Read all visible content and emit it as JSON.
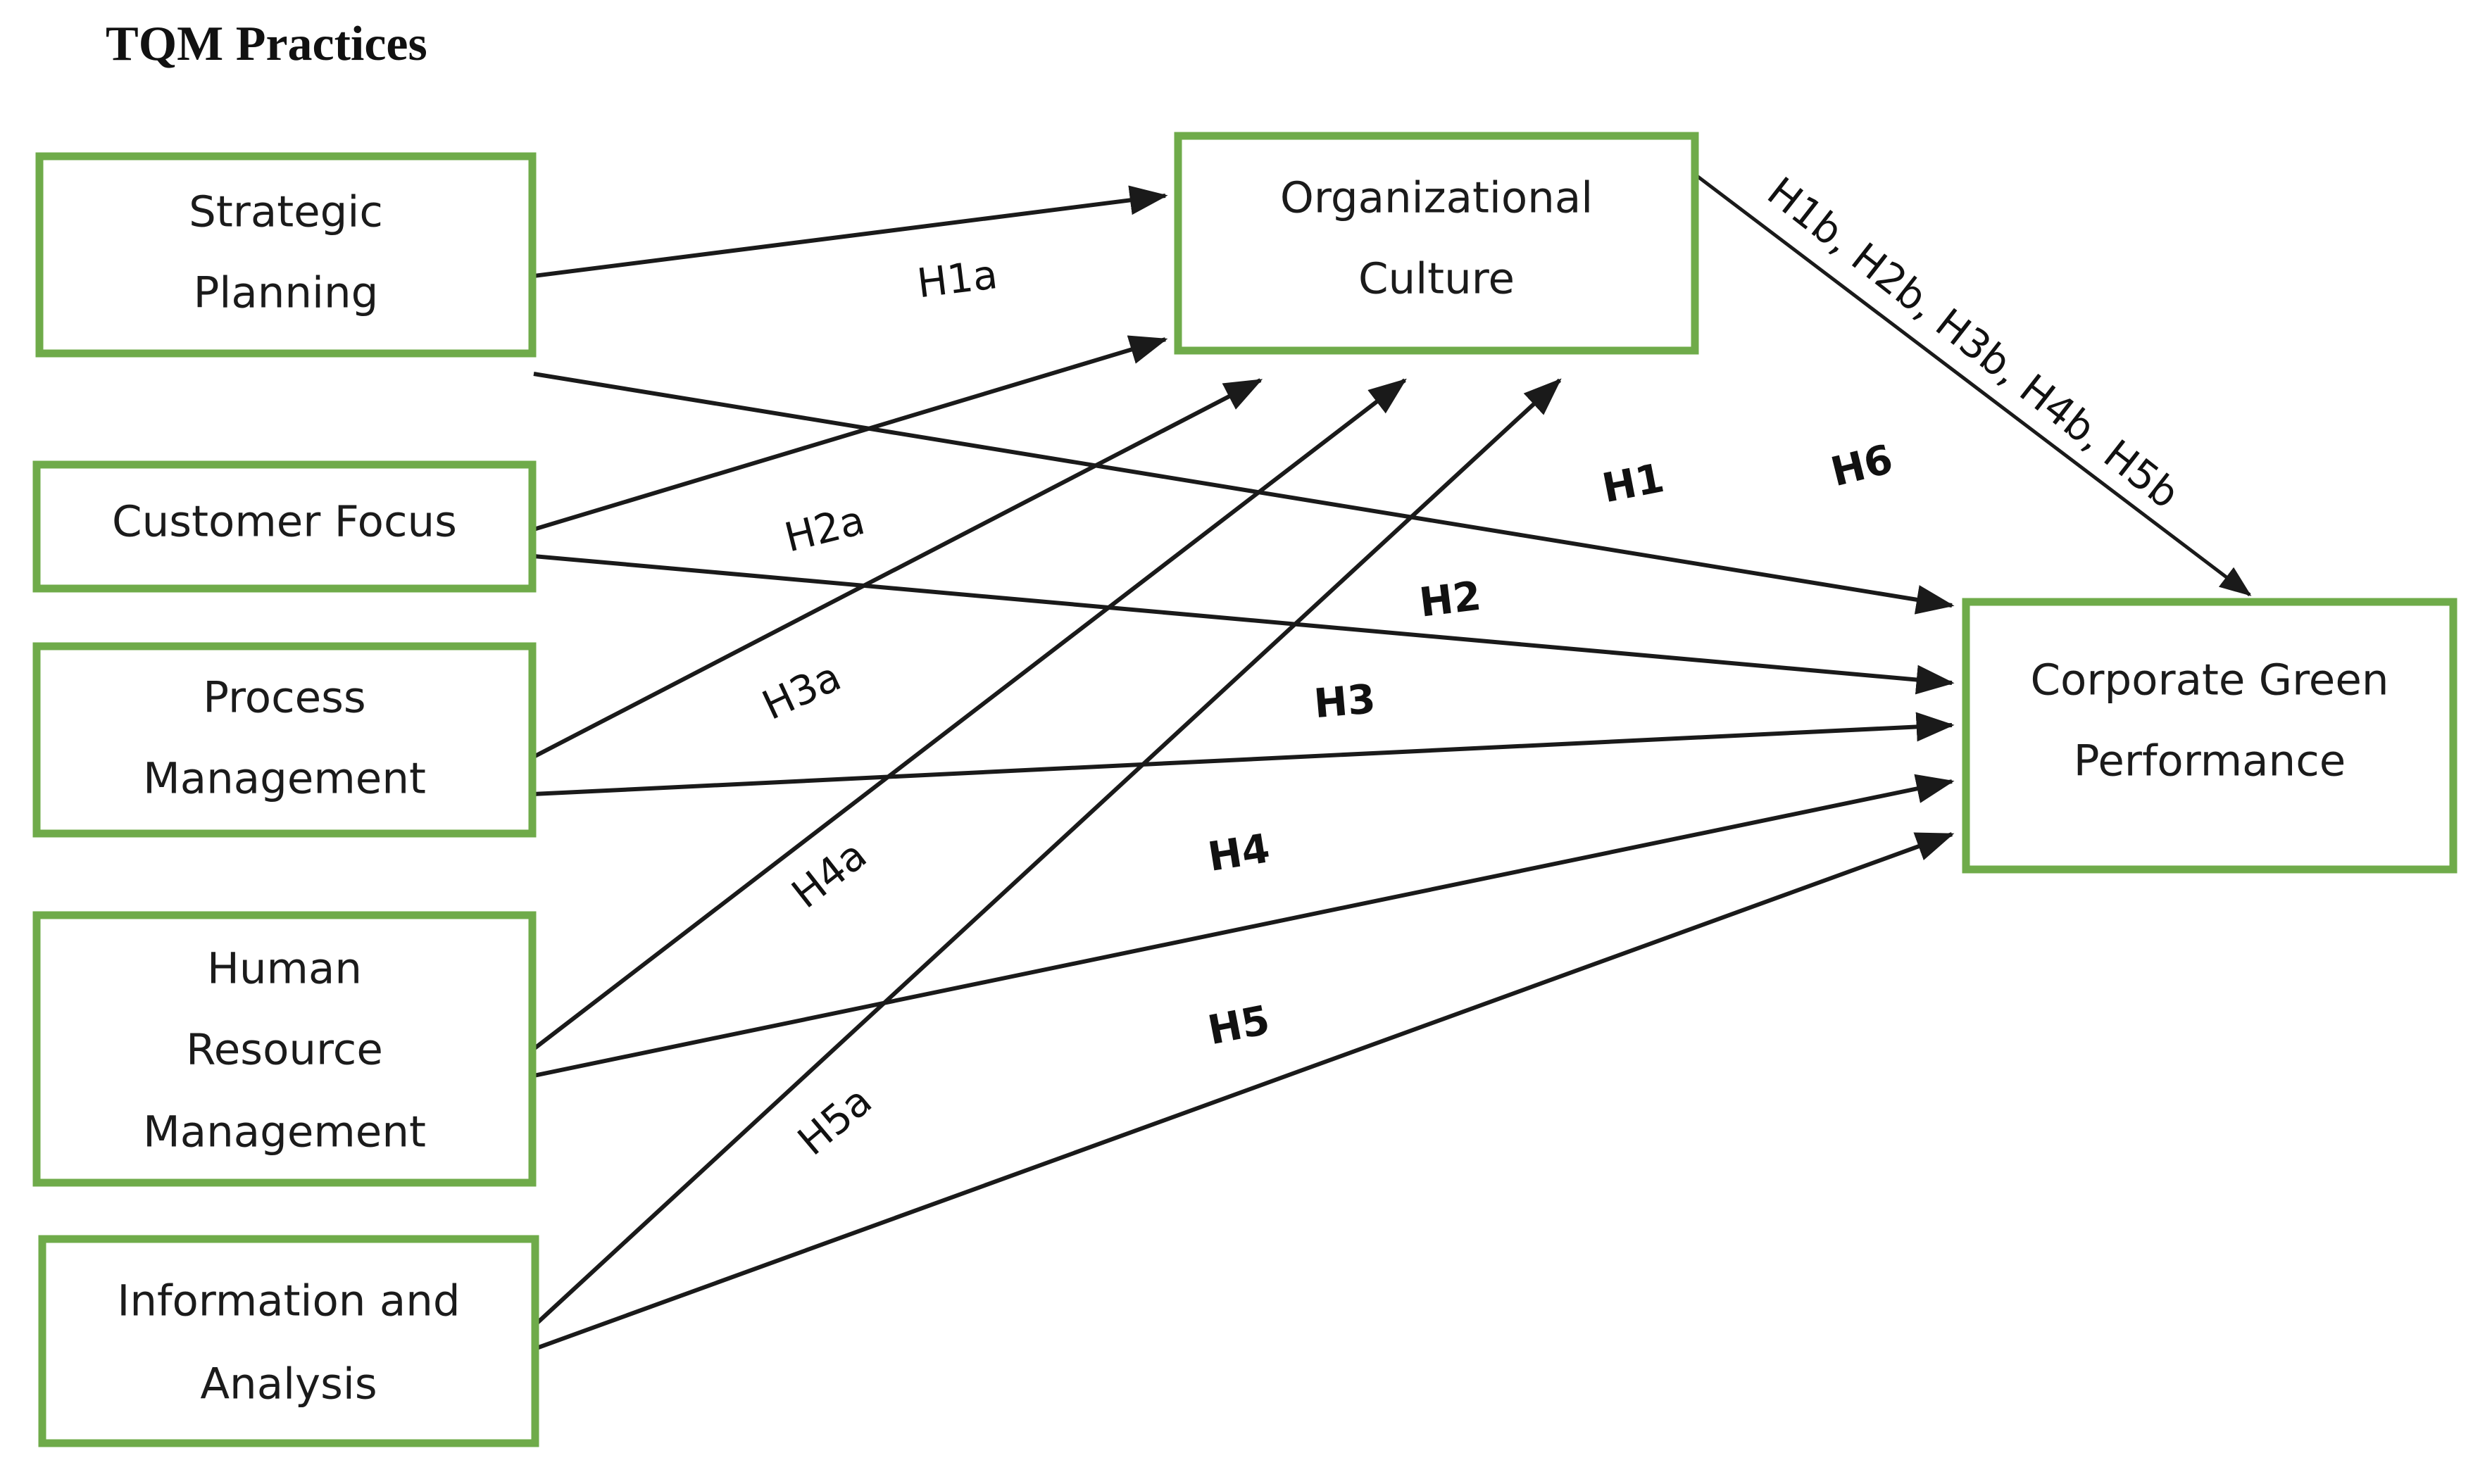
{
  "title": "TQM Practices",
  "colors": {
    "box_border": "#6FAB4A",
    "box_fill": "#FFFFFF",
    "arrow": "#1A1A1A",
    "text": "#111111",
    "background": "#FFFFFF"
  },
  "nodes": {
    "predictors": [
      {
        "id": "strategic-planning",
        "lines": [
          "Strategic",
          "Planning"
        ]
      },
      {
        "id": "customer-focus",
        "lines": [
          "Customer Focus"
        ]
      },
      {
        "id": "process-management",
        "lines": [
          "Process",
          "Management"
        ]
      },
      {
        "id": "human-resource-management",
        "lines": [
          "Human",
          "Resource",
          "Management"
        ]
      },
      {
        "id": "information-and-analysis",
        "lines": [
          "Information and",
          "Analysis"
        ]
      }
    ],
    "mediator": {
      "id": "organizational-culture",
      "lines": [
        "Organizational",
        "Culture"
      ]
    },
    "outcome": {
      "id": "corporate-green-performance",
      "lines": [
        "Corporate Green",
        "Performance"
      ]
    }
  },
  "edge_labels": {
    "to_culture": [
      "H1a",
      "H2a",
      "H3a",
      "H4a",
      "H5a"
    ],
    "to_performance": [
      "H1",
      "H2",
      "H3",
      "H4",
      "H5"
    ],
    "culture_to_performance": "H6",
    "mediation": "H1b, H2b, H3b, H4b, H5b"
  },
  "chart_data": {
    "type": "diagram",
    "title": "TQM Practices",
    "description": "Conceptual research model linking five TQM practices to Corporate Green Performance, mediated by Organizational Culture.",
    "edges": [
      {
        "from": "Strategic Planning",
        "to": "Organizational Culture",
        "label": "H1a"
      },
      {
        "from": "Customer Focus",
        "to": "Organizational Culture",
        "label": "H2a"
      },
      {
        "from": "Process Management",
        "to": "Organizational Culture",
        "label": "H3a"
      },
      {
        "from": "Human Resource Management",
        "to": "Organizational Culture",
        "label": "H4a"
      },
      {
        "from": "Information and Analysis",
        "to": "Organizational Culture",
        "label": "H5a"
      },
      {
        "from": "Strategic Planning",
        "to": "Corporate Green Performance",
        "label": "H1"
      },
      {
        "from": "Customer Focus",
        "to": "Corporate Green Performance",
        "label": "H2"
      },
      {
        "from": "Process Management",
        "to": "Corporate Green Performance",
        "label": "H3"
      },
      {
        "from": "Human Resource Management",
        "to": "Corporate Green Performance",
        "label": "H4"
      },
      {
        "from": "Information and Analysis",
        "to": "Corporate Green Performance",
        "label": "H5"
      },
      {
        "from": "Organizational Culture",
        "to": "Corporate Green Performance",
        "label": "H6"
      },
      {
        "from": "Organizational Culture",
        "to": "Corporate Green Performance",
        "label": "H1b, H2b, H3b, H4b, H5b",
        "type": "mediation"
      }
    ]
  }
}
